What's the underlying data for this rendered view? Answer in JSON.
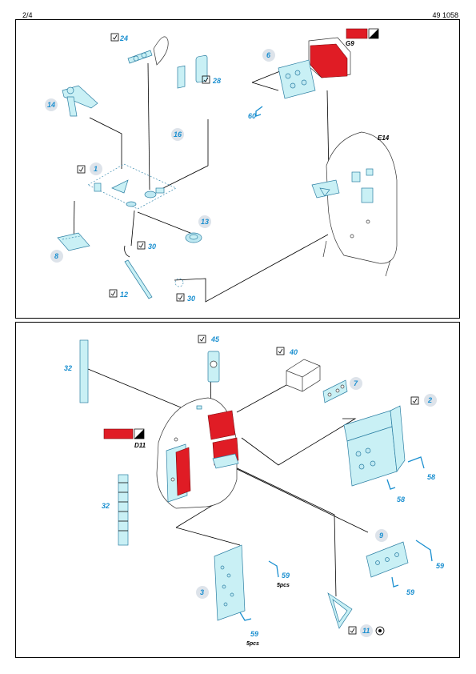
{
  "header": {
    "page": "2/4",
    "code": "49 1058"
  },
  "colors": {
    "part_label": "#1a8fd0",
    "photoetch": "#c9f0f5",
    "paint_red": "#e01c25",
    "bubble": "#dde3ea"
  },
  "top_panel": {
    "labels": {
      "p24": "24",
      "p28": "28",
      "p6": "6",
      "p60": "60",
      "p14": "14",
      "p16": "16",
      "p1": "1",
      "p13": "13",
      "p8": "8",
      "p30a": "30",
      "p12": "12",
      "p30b": "30",
      "e14": "E14",
      "g9": "G9"
    }
  },
  "bottom_panel": {
    "labels": {
      "p45": "45",
      "p40": "40",
      "p32a": "32",
      "p7": "7",
      "p2": "2",
      "d11": "D11",
      "p58a": "58",
      "p58b": "58",
      "p32b": "32",
      "p9": "9",
      "p59a": "59",
      "p59b": "59",
      "p3": "3",
      "p59c": "59",
      "p59d": "59",
      "p11": "11",
      "pcs_a": "5pcs",
      "pcs_b": "5pcs"
    }
  }
}
